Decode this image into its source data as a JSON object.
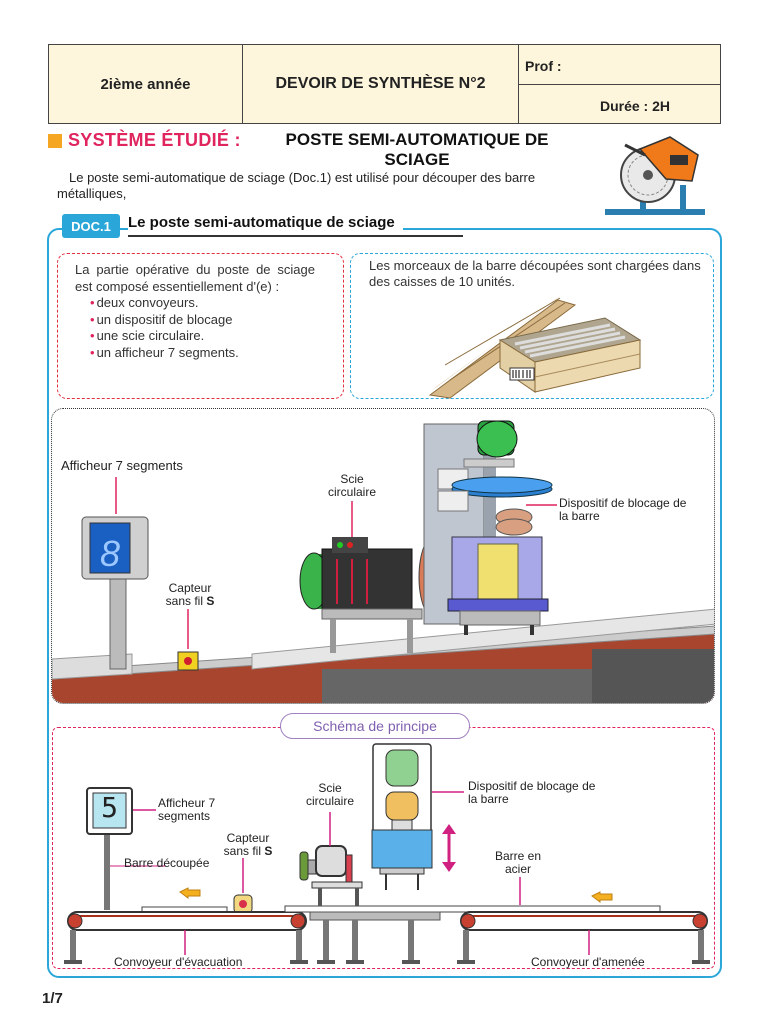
{
  "header": {
    "level": "2ième année",
    "title": "DEVOIR DE SYNTHÈSE N°2",
    "prof_label": "Prof :",
    "duration": "Durée : 2H"
  },
  "section": {
    "label": "SYSTÈME ÉTUDIÉ :",
    "name": "POSTE SEMI-AUTOMATIQUE DE SCIAGE",
    "intro": "Le poste semi-automatique de sciage (Doc.1) est utilisé pour découper des barre métalliques,"
  },
  "doc1": {
    "tag": "DOC.1",
    "title": "Le poste semi-automatique de sciage",
    "operative_intro": "La partie opérative du poste de sciage est composé essentiellement d'(e) :",
    "operative_items": [
      "deux convoyeurs.",
      "un dispositif de blocage",
      "une scie circulaire.",
      "un afficheur 7 segments."
    ],
    "boxes_text": "Les morceaux de la barre découpées sont chargées dans des caisses de 10 unités."
  },
  "illustration_labels": {
    "display": "Afficheur 7 segments",
    "saw": "Scie circulaire",
    "clamp": "Dispositif de blocage de la barre",
    "sensor": "Capteur sans fil",
    "sensor_bold": "S"
  },
  "schema": {
    "title": "Schéma de principe",
    "display": "Afficheur 7 segments",
    "display_digit": "5",
    "sensor": "Capteur sans fil",
    "sensor_bold": "S",
    "cut_bar": "Barre découpée",
    "saw": "Scie circulaire",
    "clamp": "Dispositif de blocage de la barre",
    "steel_bar": "Barre en acier",
    "out_conveyor": "Convoyeur d'évacuation",
    "in_conveyor": "Convoyeur d'amenée"
  },
  "footer": {
    "page": "1/7"
  },
  "colors": {
    "accent_red": "#e0245e",
    "accent_blue": "#2aa7d8",
    "orange": "#f5a623",
    "header_bg": "#fdf5dc"
  }
}
